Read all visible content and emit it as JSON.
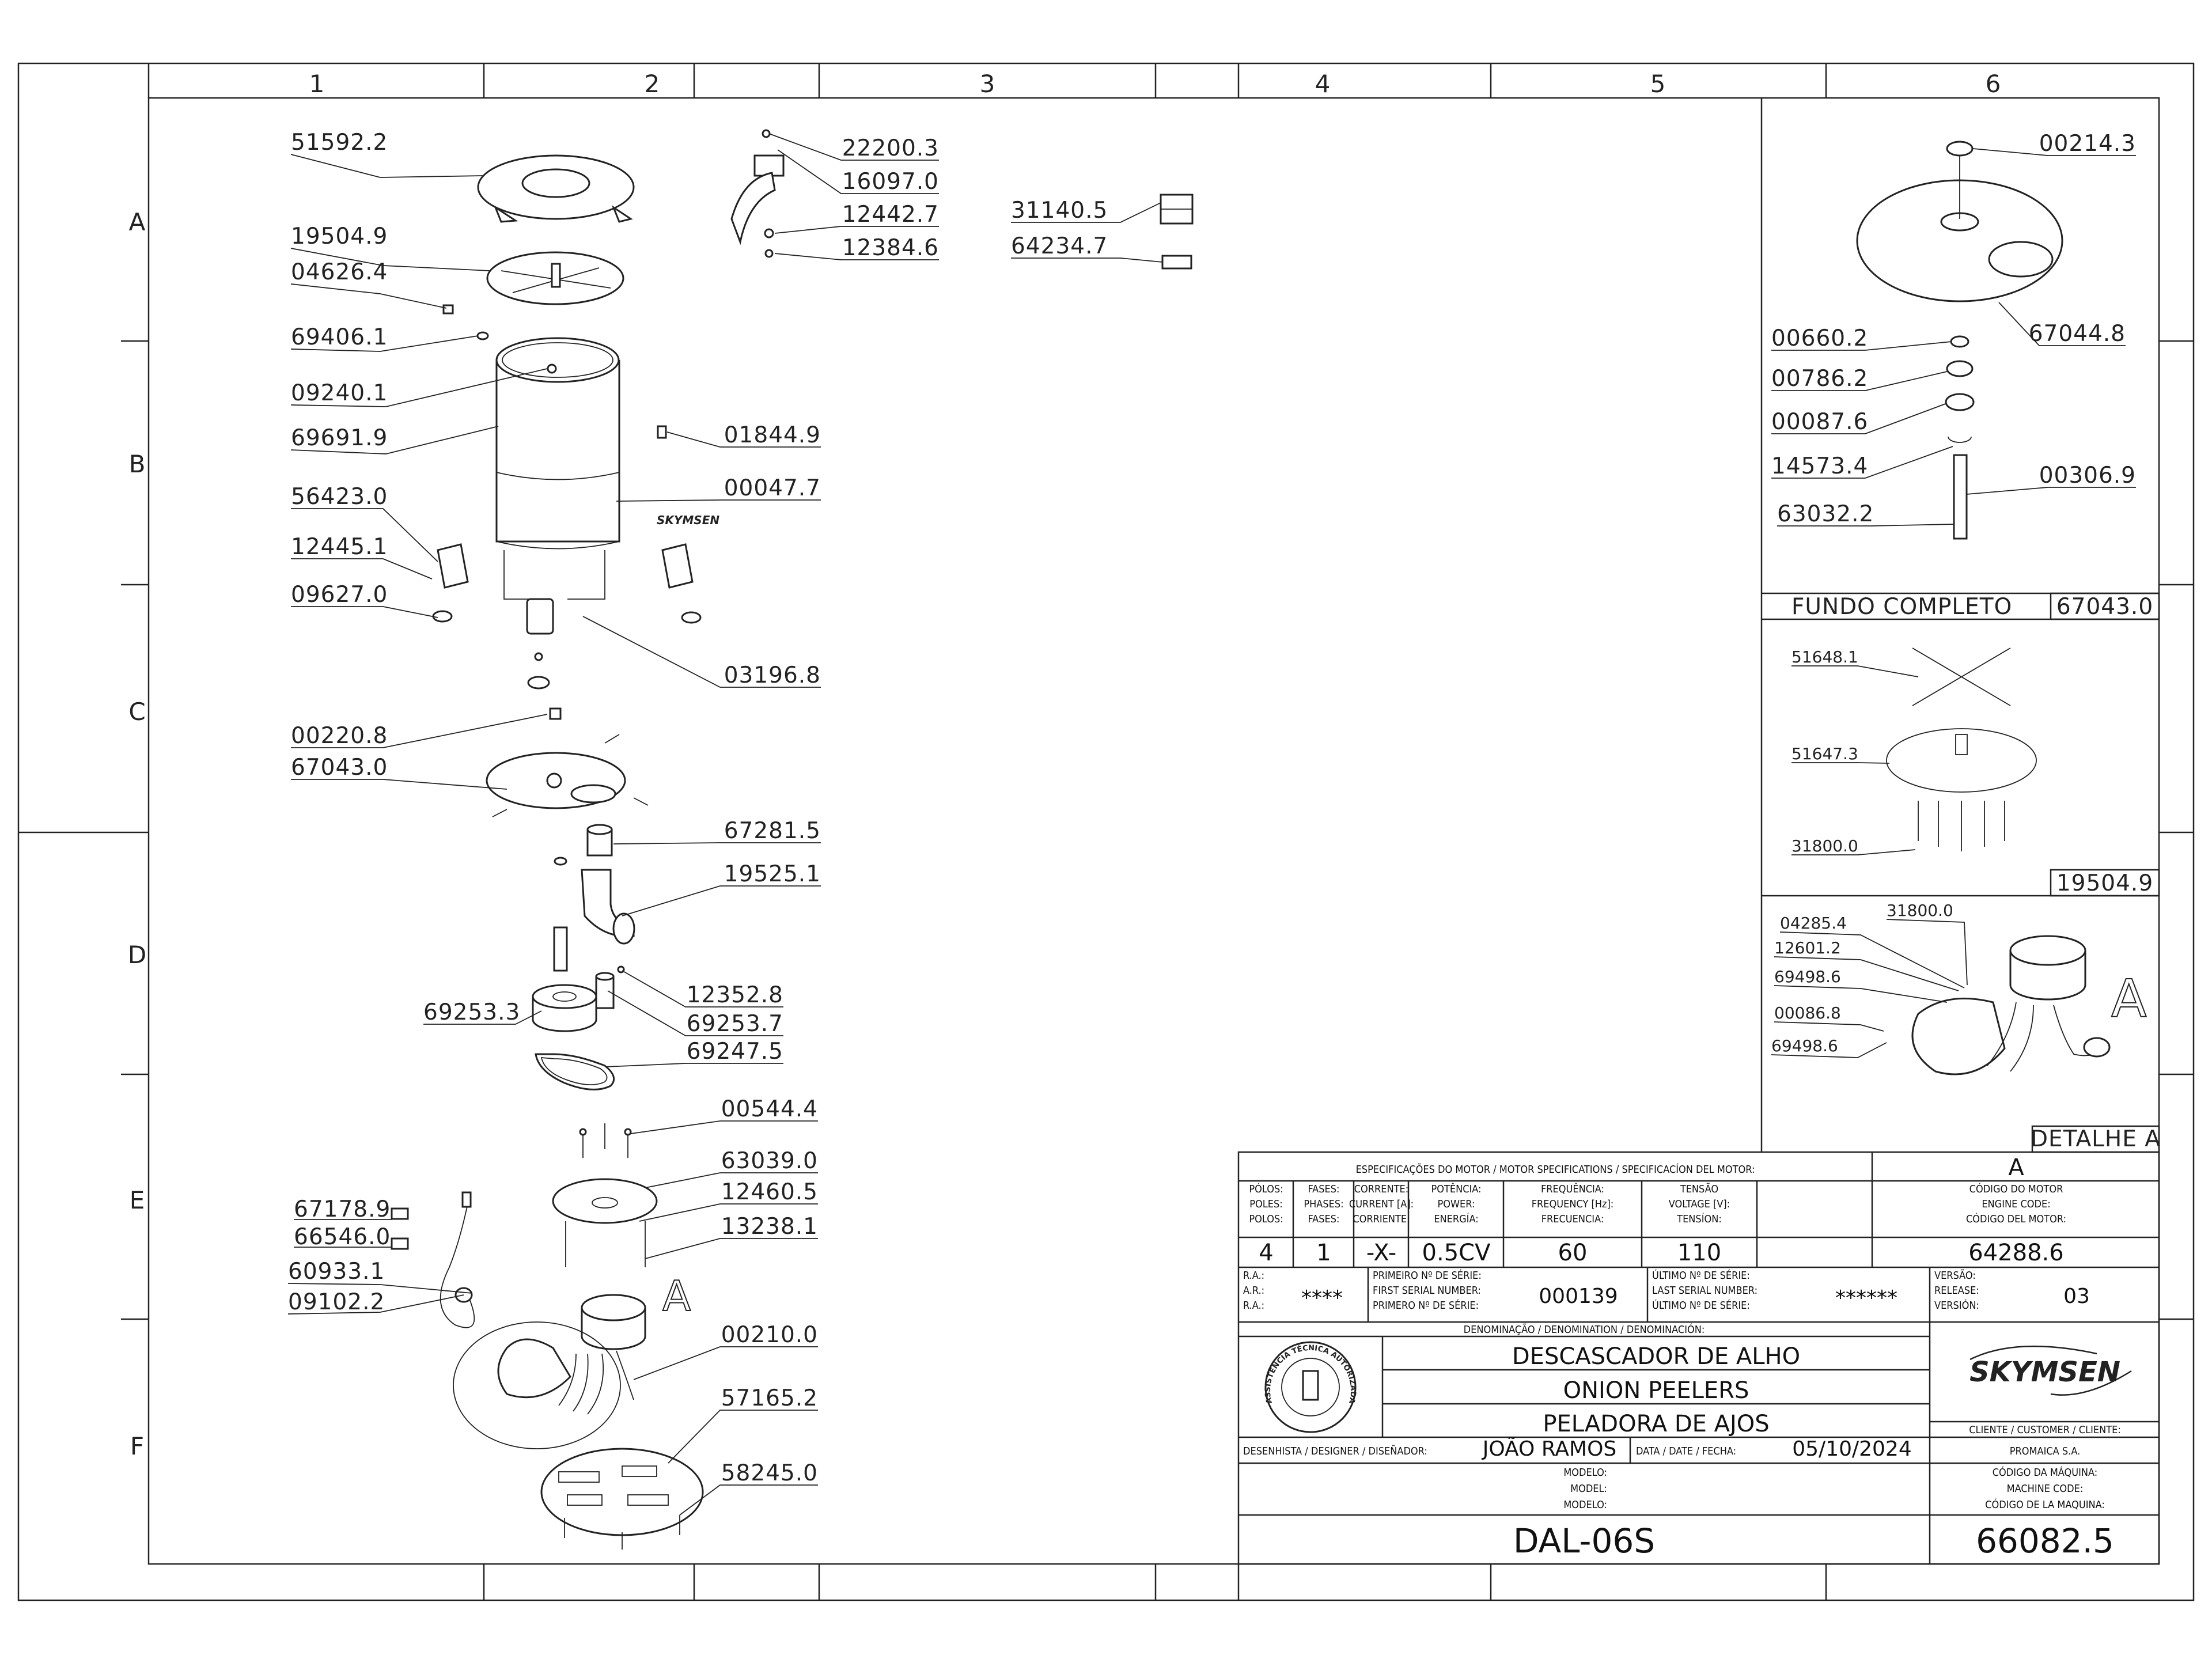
{
  "columns": [
    "1",
    "2",
    "3",
    "4",
    "5",
    "6"
  ],
  "rows": [
    "A",
    "B",
    "C",
    "D",
    "E",
    "F"
  ],
  "main_parts": [
    "51592.2",
    "19504.9",
    "04626.4",
    "69406.1",
    "09240.1",
    "69691.9",
    "56423.0",
    "12445.1",
    "09627.0",
    "22200.3",
    "16097.0",
    "12442.7",
    "12384.6",
    "31140.5",
    "64234.7",
    "01844.9",
    "00047.7",
    "03196.8",
    "00220.8",
    "67043.0",
    "67281.5",
    "19525.1",
    "12352.8",
    "69253.3",
    "69253.7",
    "69247.5",
    "00544.4",
    "63039.0",
    "12460.5",
    "13238.1",
    "67178.9",
    "66546.0",
    "60933.1",
    "09102.2",
    "00210.0",
    "57165.2",
    "58245.0"
  ],
  "detail_top_parts": [
    "00214.3",
    "67044.8",
    "00660.2",
    "00786.2",
    "00087.6",
    "14573.4",
    "00306.9",
    "63032.2"
  ],
  "fundo": {
    "label": "FUNDO COMPLETO",
    "code": "67043.0"
  },
  "detail_mid_parts": [
    "51648.1",
    "51647.3",
    "31800.0"
  ],
  "detail_mid_code": "19504.9",
  "detail_a_parts": [
    "31800.0",
    "04285.4",
    "12601.2",
    "69498.6",
    "00086.8",
    "69498.6"
  ],
  "detail_a_label": "DETALHE  A",
  "brand_mark": "SKYMSEN",
  "detail_letter": "A",
  "title_block": {
    "motor_spec_header": "ESPECIFICAÇÕES DO MOTOR / MOTOR SPECIFICATIONS / SPECIFICACÍON DEL MOTOR:",
    "motor_letter": "A",
    "col_headers": [
      [
        "PÓLOS:",
        "POLES:",
        "POLOS:"
      ],
      [
        "FASES:",
        "PHASES:",
        "FASES:"
      ],
      [
        "CORRENTE:",
        "CURRENT [A]:",
        "CORRIENTE:"
      ],
      [
        "POTÊNCIA:",
        "POWER:",
        "ENERGÍA:"
      ],
      [
        "FREQUÊNCIA:",
        "FREQUENCY [Hz]:",
        "FRECUENCIA:"
      ],
      [
        "TENSÃO",
        "VOLTAGE [V]:",
        "TENSÍON:"
      ],
      [
        "CÓDIGO DO MOTOR",
        "ENGINE CODE:",
        "CÓDIGO DEL MOTOR:"
      ]
    ],
    "col_values": [
      "4",
      "1",
      "-X-",
      "0.5CV",
      "60",
      "110",
      "64288.6"
    ],
    "ra_labels": [
      "R.A.:",
      "A.R.:",
      "R.A.:"
    ],
    "ra_value": "****",
    "first_serial_labels": [
      "PRIMEIRO Nº DE SÉRIE:",
      "FIRST SERIAL NUMBER:",
      "PRIMERO Nº DE SÉRIE:"
    ],
    "first_serial": "000139",
    "last_serial_labels": [
      "ÚLTIMO Nº DE SÉRIE:",
      "LAST SERIAL NUMBER:",
      "ÚLTIMO Nº DE SÉRIE:"
    ],
    "last_serial": "******",
    "version_labels": [
      "VERSÃO:",
      "RELEASE:",
      "VERSIÓN:"
    ],
    "version": "03",
    "denomination_header": "DENOMINAÇÃO / DENOMINATION / DENOMINACIÓN:",
    "names": [
      "DESCASCADOR DE ALHO",
      "ONION PEELERS",
      "PELADORA DE AJOS"
    ],
    "brand": "SKYMSEN",
    "seal_text": "ASSISTÊNCIA TÉCNICA AUTORIZADA",
    "client_label": "CLIENTE / CUSTOMER / CLIENTE:",
    "client": "PROMAICA S.A.",
    "designer_label": "DESENHISTA / DESIGNER / DISEÑADOR:",
    "designer": "JOÃO RAMOS",
    "date_label": "DATA / DATE / FECHA:",
    "date": "05/10/2024",
    "model_labels": [
      "MODELO:",
      "MODEL:",
      "MODELO:"
    ],
    "machine_code_labels": [
      "CÓDIGO DA MÁQUINA:",
      "MACHINE CODE:",
      "CÓDIGO DE LA MAQUINA:"
    ],
    "model": "DAL-06S",
    "machine_code": "66082.5"
  }
}
